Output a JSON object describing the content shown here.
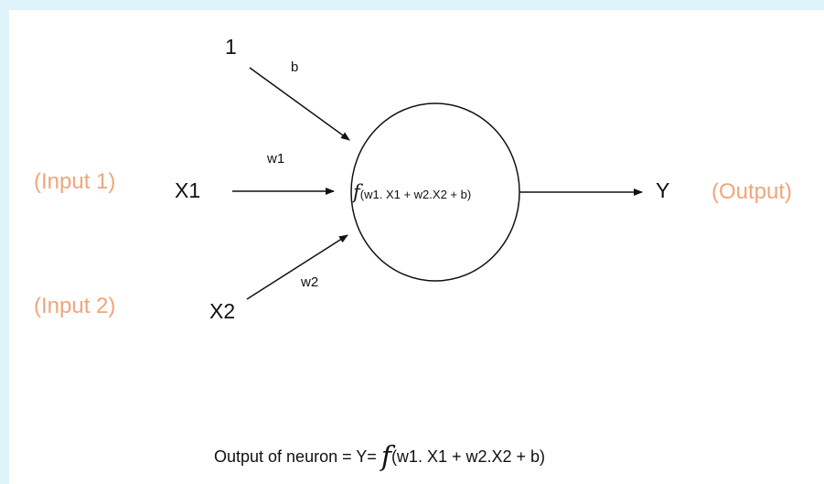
{
  "colors": {
    "background": "#ddf3f7",
    "panel": "#ffffff",
    "stroke": "#111111",
    "annotation": "#f0a57c"
  },
  "inputs": {
    "bias_value": "1",
    "bias_weight": "b",
    "x1": "X1",
    "w1": "w1",
    "x2": "X2",
    "w2": "w2",
    "input1_note": "(Input 1)",
    "input2_note": "(Input 2)"
  },
  "neuron": {
    "function_symbol": "f",
    "function_args": "(w1. X1 + w2.X2 + b)"
  },
  "output": {
    "y": "Y",
    "note": "(Output)"
  },
  "caption": {
    "prefix": "Output of neuron  = Y=",
    "function_symbol": "f",
    "function_args": "(w1. X1 + w2.X2 + b)"
  }
}
